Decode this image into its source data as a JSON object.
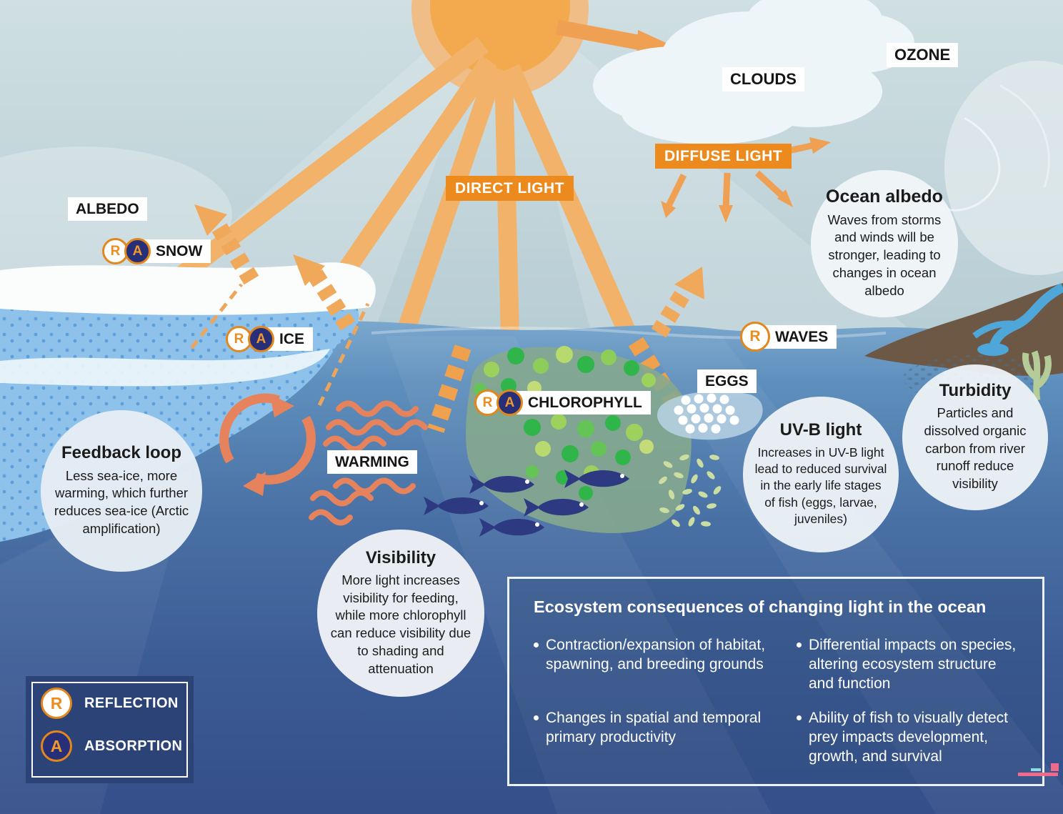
{
  "atmosphere": {
    "albedo_label": "ALBEDO",
    "clouds_label": "CLOUDS",
    "ozone_label": "OZONE",
    "direct_light_label": "DIRECT LIGHT",
    "diffuse_light_label": "DIFFUSE LIGHT"
  },
  "surface": {
    "snow_label": "SNOW",
    "ice_label": "ICE",
    "waves_label": "WAVES",
    "warming_label": "WARMING"
  },
  "underwater": {
    "eggs_label": "EGGS",
    "chlorophyll_label": "CHLOROPHYLL"
  },
  "badges": {
    "reflection_letter": "R",
    "absorption_letter": "A"
  },
  "bubbles": {
    "ocean_albedo": {
      "title": "Ocean albedo",
      "text": "Waves from storms and winds will be stronger, leading to changes in ocean albedo"
    },
    "feedback_loop": {
      "title": "Feedback loop",
      "text": "Less sea-ice, more warming, which further reduces sea-ice (Arctic amplification)"
    },
    "uvb_light": {
      "title": "UV-B light",
      "text": "Increases in UV-B light lead to reduced survival in the early life stages of fish (eggs, larvae, juveniles)"
    },
    "turbidity": {
      "title": "Turbidity",
      "text": "Particles and dissolved organic carbon from river runoff reduce visibility"
    },
    "visibility": {
      "title": "Visibility",
      "text": "More light increases visibility for feeding, while more chlorophyll can reduce visibility due to shading and attenuation"
    }
  },
  "ecosystem_box": {
    "title": "Ecosystem consequences of changing light in the ocean",
    "bullets": [
      "Contraction/expansion of habitat, spawning, and breeding grounds",
      "Changes in spatial and temporal primary productivity",
      "Differential impacts on species, altering ecosystem structure and function",
      "Ability of fish to visually detect prey impacts development, growth, and survival"
    ]
  },
  "legend": {
    "reflection": "REFLECTION",
    "absorption": "ABSORPTION"
  },
  "colors": {
    "accent_orange": "#ed8a1d",
    "badge_navy": "#272f78",
    "warming_salmon": "#e6835c",
    "legend_navy": "#2b4376"
  }
}
